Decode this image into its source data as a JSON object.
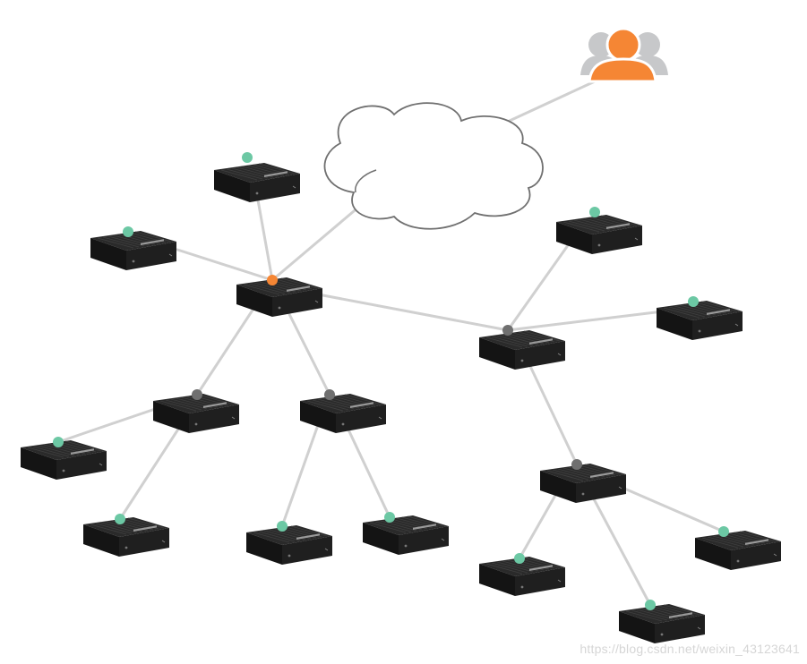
{
  "diagram": {
    "nodes": [
      {
        "id": "root",
        "kind": "gateway",
        "dot": "orange"
      },
      {
        "id": "l1-top",
        "kind": "device",
        "dot": "leaf"
      },
      {
        "id": "l1-left",
        "kind": "device",
        "dot": "leaf"
      },
      {
        "id": "hub-left",
        "kind": "device",
        "dot": "hub"
      },
      {
        "id": "hub-mid",
        "kind": "device",
        "dot": "hub"
      },
      {
        "id": "hub-right",
        "kind": "device",
        "dot": "hub"
      },
      {
        "id": "r-top",
        "kind": "device",
        "dot": "leaf"
      },
      {
        "id": "r-side",
        "kind": "device",
        "dot": "leaf"
      },
      {
        "id": "hub-lower-right",
        "kind": "device",
        "dot": "hub"
      },
      {
        "id": "ll-a",
        "kind": "device",
        "dot": "leaf"
      },
      {
        "id": "ll-b",
        "kind": "device",
        "dot": "leaf"
      },
      {
        "id": "lm-a",
        "kind": "device",
        "dot": "leaf"
      },
      {
        "id": "lm-b",
        "kind": "device",
        "dot": "leaf"
      },
      {
        "id": "lr-a",
        "kind": "device",
        "dot": "leaf"
      },
      {
        "id": "lr-b",
        "kind": "device",
        "dot": "leaf"
      },
      {
        "id": "lr-c",
        "kind": "device",
        "dot": "leaf"
      }
    ],
    "edges": [
      [
        "root",
        "cloud"
      ],
      [
        "cloud",
        "user"
      ],
      [
        "root",
        "l1-top"
      ],
      [
        "root",
        "l1-left"
      ],
      [
        "root",
        "hub-left"
      ],
      [
        "root",
        "hub-mid"
      ],
      [
        "root",
        "hub-right"
      ],
      [
        "hub-right",
        "r-top"
      ],
      [
        "hub-right",
        "r-side"
      ],
      [
        "hub-right",
        "hub-lower-right"
      ],
      [
        "hub-left",
        "ll-a"
      ],
      [
        "hub-left",
        "ll-b"
      ],
      [
        "hub-mid",
        "lm-a"
      ],
      [
        "hub-mid",
        "lm-b"
      ],
      [
        "hub-lower-right",
        "lr-a"
      ],
      [
        "hub-lower-right",
        "lr-b"
      ],
      [
        "hub-lower-right",
        "lr-c"
      ]
    ],
    "icons": {
      "cloud": "cloud-icon",
      "user": "user-group-icon",
      "device": "router-device-icon"
    },
    "colors": {
      "line": "#d0d0d0",
      "leaf_dot": "#6cc8a4",
      "hub_dot": "#6f6f6f",
      "root_dot": "#f58634",
      "user_front": "#f58634",
      "user_back": "#c7c8ca",
      "device_body": "#1e1e1e",
      "device_top": "#2b2b2b",
      "cloud_stroke": "#707070"
    }
  },
  "watermark": "https://blog.csdn.net/weixin_43123641"
}
